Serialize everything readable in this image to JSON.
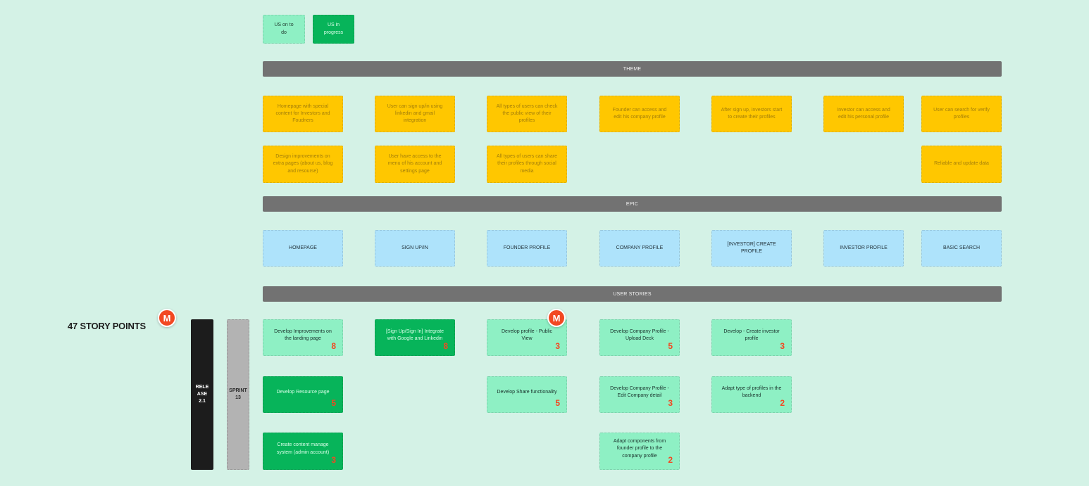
{
  "legend": {
    "todo": "US on to do",
    "in_progress": "US in progress"
  },
  "bars": {
    "theme": "THEME",
    "epic": "EPIC",
    "user_stories": "USER STORIES"
  },
  "themes": [
    "Homepage with special content for Investors and Foudners",
    "User can sign up/in using linkedin and gmail integration",
    "All types of users can check the public view of their profiles",
    "Founder can access and edit his company profile",
    "After sign up, investors start to create their profiles",
    "Investor can access and edit his personal profile",
    "User can search for verify profiles",
    "Design improvements on extra pages (about us, blog and resourse)",
    "User have access to the menu of his account and settings page",
    "All types of users can share their profiles through social media",
    "Reliable and update data"
  ],
  "epics": [
    "HOMEPAGE",
    "SIGN UP/IN",
    "FOUNDER PROFILE",
    "COMPANY PROFILE",
    "[INVESTOR] CREATE PROFILE",
    "INVESTOR PROFILE",
    "BASIC SEARCH"
  ],
  "summary": {
    "story_points": "47 STORY POINTS",
    "avatar_initial": "M"
  },
  "release": "RELE ASE 2.1",
  "sprint": "SPRINT 13",
  "stories": [
    {
      "text": "Develop Improvements on the landing page",
      "points": "8"
    },
    {
      "text": "Develop Resource page",
      "points": "5"
    },
    {
      "text": "Create content manage system (admin account)",
      "points": "3"
    },
    {
      "text": "[Sign Up/Sign In] Integrate with Google and Linkedin",
      "points": "8"
    },
    {
      "text": "Develop profile - Public View",
      "points": "3"
    },
    {
      "text": "Develop Share functionality",
      "points": "5"
    },
    {
      "text": "Develop Company Profile - Upload Deck",
      "points": "5"
    },
    {
      "text": "Develop Company Profile - Edit Company detail",
      "points": "3"
    },
    {
      "text": "Adapt components from founder profile to the company profile",
      "points": "2"
    },
    {
      "text": "Develop - Create investor profile",
      "points": "3"
    },
    {
      "text": "Adapt type of profiles in the backend",
      "points": "2"
    }
  ]
}
